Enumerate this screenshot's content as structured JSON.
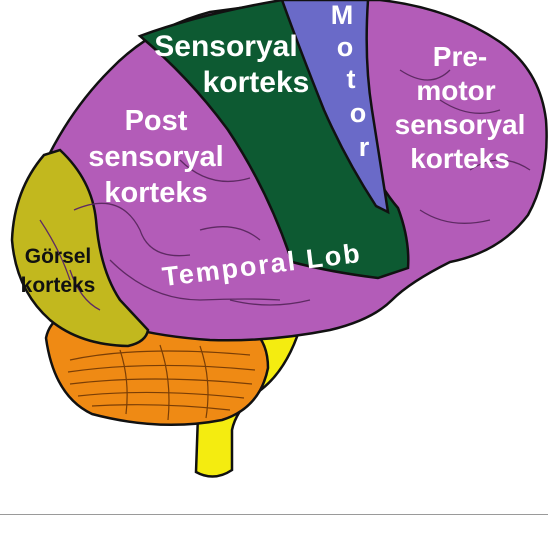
{
  "labels": {
    "sensory_line1": "Sensoryal",
    "sensory_line2": "korteks",
    "motor": [
      "M",
      "o",
      "t",
      "o",
      "r"
    ],
    "premotor_line1": "Pre-",
    "premotor_line2": "motor",
    "premotor_line3": "sensoryal",
    "premotor_line4": "korteks",
    "post_line1": "Post",
    "post_line2": "sensoryal",
    "post_line3": "korteks",
    "visual_line1": "Görsel",
    "visual_line2": "korteks",
    "temporal": "Temporal Lob"
  },
  "colors": {
    "lobe_purple": "#b35cb8",
    "sensory_green": "#0d5a32",
    "motor_blue": "#6a6ac8",
    "visual_olive": "#c2b81e",
    "cerebellum_orange": "#ef8a14",
    "brainstem_yellow": "#f4ec10",
    "outline": "#111111"
  },
  "icons": [
    "brain-illustration"
  ]
}
